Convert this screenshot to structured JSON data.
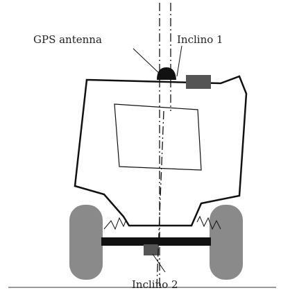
{
  "labels": {
    "gps_antenna": "GPS antenna",
    "inclino_1": "Inclino 1",
    "inclino_2": "Inclino 2"
  },
  "colors": {
    "stroke": "#111111",
    "wheel": "#8a8a8a",
    "sensor": "#555555",
    "axle": "#111111",
    "ground": "#999999",
    "antenna": "#111111"
  }
}
